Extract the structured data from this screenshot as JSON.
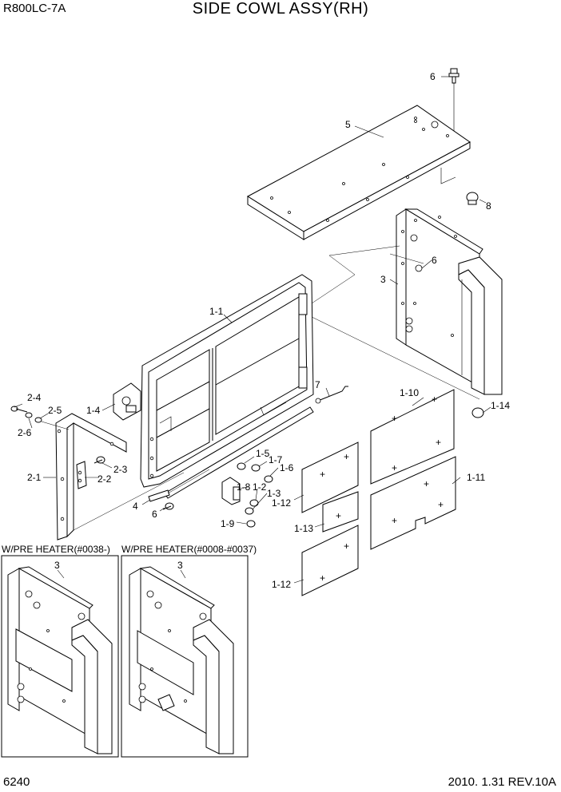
{
  "header": {
    "model": "R800LC-7A",
    "title": "SIDE COWL ASSY(RH)"
  },
  "footer": {
    "page": "6240",
    "revision": "2010. 1.31  REV.10A"
  },
  "variants": {
    "left": "W/PRE HEATER(#0038-)",
    "right": "W/PRE HEATER(#0008-#0037)"
  },
  "callouts": {
    "c6_top": "6",
    "c5": "5",
    "c8": "8",
    "c6_mid": "6",
    "c3": "3",
    "c1_1": "1-1",
    "c7": "7",
    "c1_10": "1-10",
    "c1_14": "1-14",
    "c1_4": "1-4",
    "c2_4": "2-4",
    "c2_5": "2-5",
    "c2_6": "2-6",
    "c2_3": "2-3",
    "c2_1": "2-1",
    "c2_2": "2-2",
    "c1_5": "1-5",
    "c1_7": "1-7",
    "c1_6": "1-6",
    "c1_8": "1-8",
    "c1_2": "1-2",
    "c1_3": "1-3",
    "c1_12a": "1-12",
    "c1_11": "1-11",
    "c4": "4",
    "c6_bot": "6",
    "c1_9": "1-9",
    "c1_13": "1-13",
    "c1_12b": "1-12",
    "c3_left": "3",
    "c3_right": "3"
  }
}
